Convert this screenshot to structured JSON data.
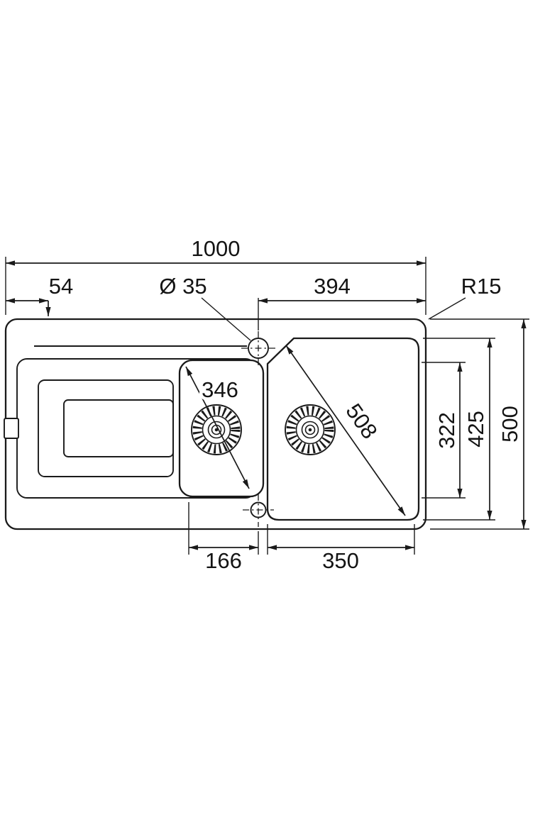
{
  "dims": {
    "overall_width": "1000",
    "tap_offset": "54",
    "tap_hole_diameter": "Ø 35",
    "bowl_top_width": "394",
    "corner_radius": "R15",
    "small_bowl_diagonal": "346",
    "main_bowl_diagonal": "508",
    "bowl_depth_inner": "322",
    "bowl_depth_outer": "425",
    "overall_depth": "500",
    "drainer_bottom_width": "166",
    "bowl_bottom_width": "350"
  }
}
